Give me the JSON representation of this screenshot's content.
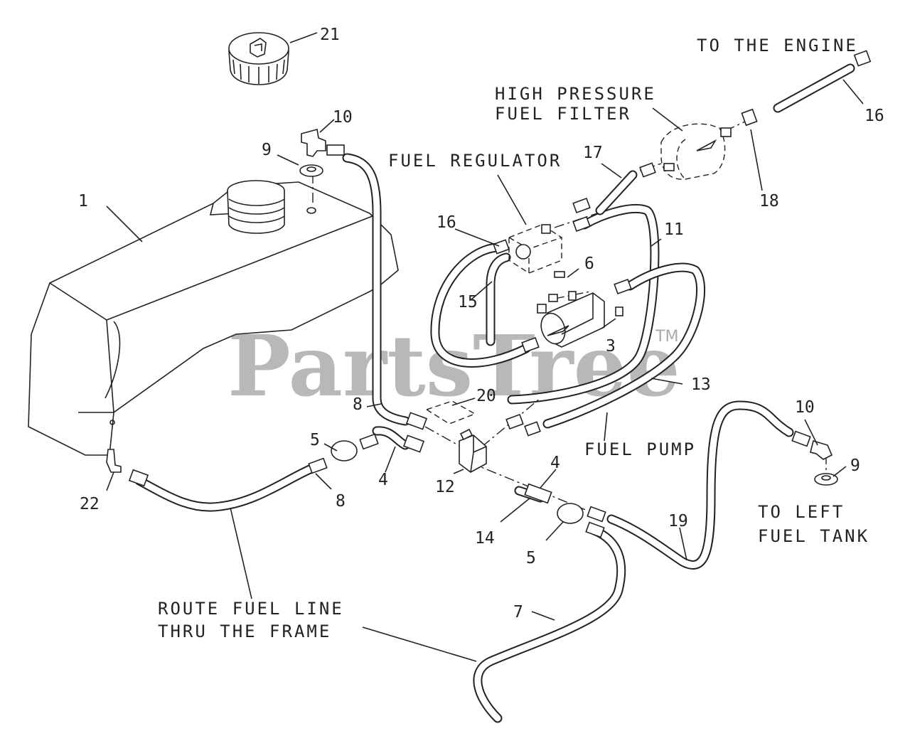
{
  "watermark": {
    "text": "PartsTree",
    "tm": "TM"
  },
  "labels": {
    "to_engine": "TO THE ENGINE",
    "hp_filter_1": "HIGH PRESSURE",
    "hp_filter_2": "FUEL FILTER",
    "fuel_regulator": "FUEL REGULATOR",
    "fuel_pump": "FUEL PUMP",
    "left_tank_1": "TO LEFT",
    "left_tank_2": "FUEL TANK",
    "route_1": "ROUTE FUEL LINE",
    "route_2": "THRU THE FRAME"
  },
  "callouts": {
    "c21": "21",
    "c10a": "10",
    "c9a": "9",
    "c1": "1",
    "c17": "17",
    "c16a": "16",
    "c18": "18",
    "c16b": "16",
    "c11": "11",
    "c6": "6",
    "c15": "15",
    "c3": "3",
    "c13": "13",
    "c8a": "8",
    "c20": "20",
    "c5a": "5",
    "c4a": "4",
    "c12": "12",
    "c4b": "4",
    "c22": "22",
    "c8b": "8",
    "c14": "14",
    "c5b": "5",
    "c19": "19",
    "c10b": "10",
    "c9b": "9",
    "c7": "7"
  }
}
